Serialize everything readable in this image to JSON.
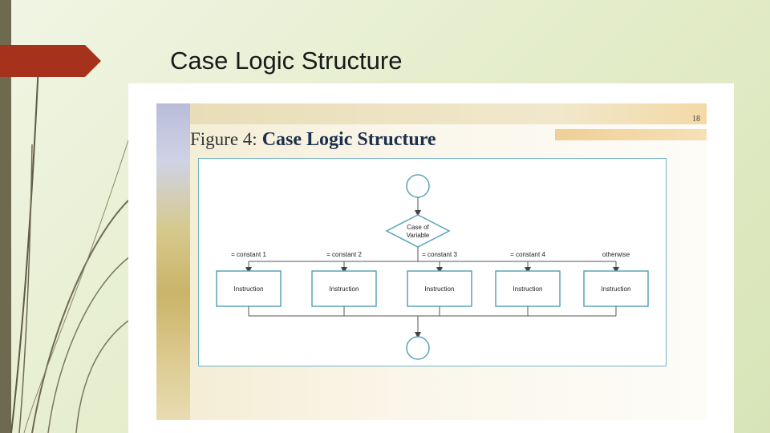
{
  "slide": {
    "title": "Case Logic Structure"
  },
  "figure": {
    "page_number": "18",
    "label": "Figure 4:",
    "name": "Case Logic Structure",
    "decision": {
      "line1": "Case of",
      "line2": "Variable"
    },
    "branches": [
      {
        "condition": "= constant 1",
        "instruction": "Instruction"
      },
      {
        "condition": "= constant 2",
        "instruction": "Instruction"
      },
      {
        "condition": "= constant 3",
        "instruction": "Instruction"
      },
      {
        "condition": "= constant 4",
        "instruction": "Instruction"
      },
      {
        "condition": "otherwise",
        "instruction": "Instruction"
      }
    ]
  },
  "colors": {
    "accent_arrow": "#a6321c",
    "diagram_stroke": "#5aa3b8",
    "figure_title": "#1c2f4c"
  }
}
